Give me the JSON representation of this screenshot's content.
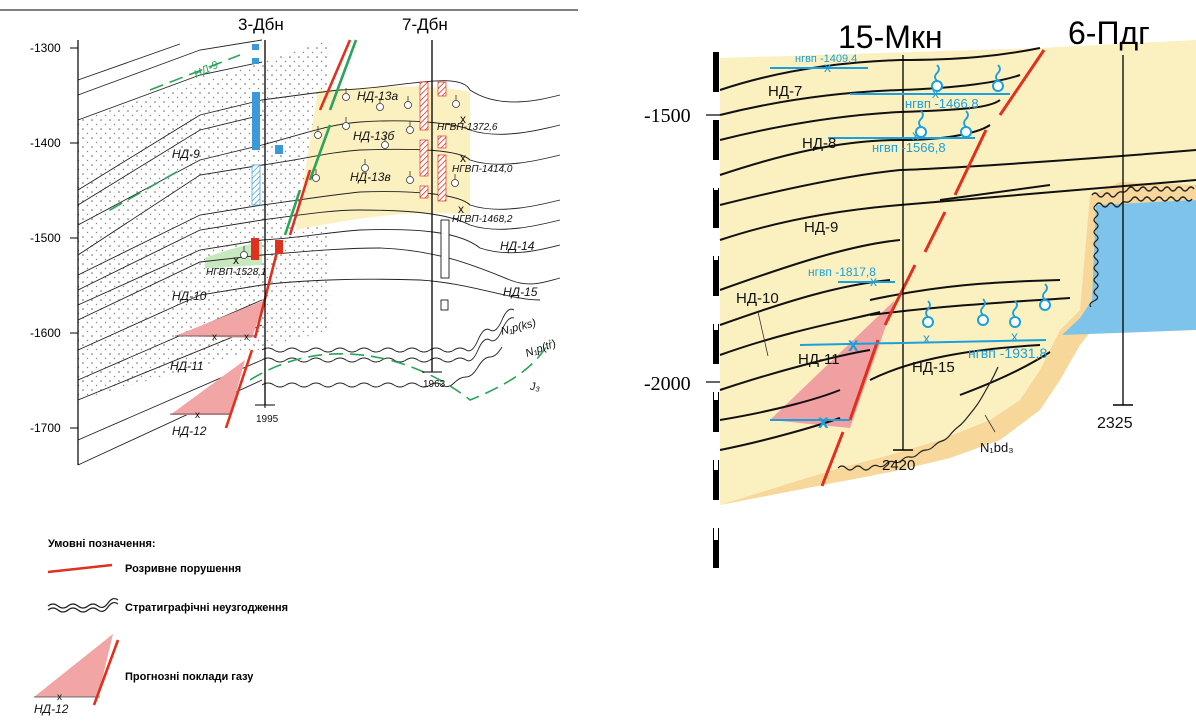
{
  "left_section": {
    "wells": [
      {
        "name": "3-Дбн",
        "depth": "1995"
      },
      {
        "name": "7-Дбн",
        "depth": "1963"
      }
    ],
    "depth_ticks": [
      "-1300",
      "-1400",
      "-1500",
      "-1600",
      "-1700"
    ],
    "horizons": [
      "НД-9",
      "НД-9",
      "НД-10",
      "НД-11",
      "НД-12",
      "НД-13а",
      "НД-13б",
      "НД-13в",
      "НД-14",
      "НД-15"
    ],
    "strata": [
      "N₁p(ks)",
      "N₁p(tr)",
      "J₃"
    ],
    "gwc": [
      "НГВП-1372,6",
      "НГВП-1414,0",
      "НГВП-1468,2",
      "НГВП-1528,1"
    ]
  },
  "legend": {
    "title": "Умовні позначення:",
    "items": [
      {
        "label": "Розривне порушення",
        "symbol": "fault"
      },
      {
        "label": "Стратиграфічні неузгодження",
        "symbol": "unconformity"
      },
      {
        "label": "Прогнозні поклади газу",
        "symbol": "gas",
        "sample": "НД-12"
      }
    ]
  },
  "right_section": {
    "wells": [
      {
        "name": "15-Мкн",
        "depth": "2420"
      },
      {
        "name": "6-Пдг",
        "depth": "2325"
      }
    ],
    "depth_ticks": [
      "-1500",
      "-2000"
    ],
    "horizons": [
      "НД-7",
      "НД-8",
      "НД-9",
      "НД-10",
      "НД-11",
      "НД-15"
    ],
    "gwc": [
      "нгвп -1409,4",
      "нгвп -1466,8",
      "нгвп -1566,8",
      "нгвп -1817,8",
      "нгвп -1931,8"
    ],
    "strata": [
      "N₁bd₃"
    ]
  },
  "colors": {
    "fault": "#e0301e",
    "sand_fill": "#fbf0c0",
    "gas_fill": "#f2a5a5",
    "water_fill": "#7ec4ea",
    "gwc_cyan": "#1aa0dc",
    "green_dash": "#2aa45a"
  }
}
